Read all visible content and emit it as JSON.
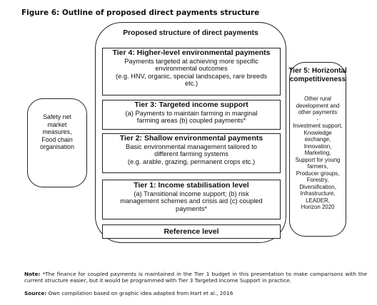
{
  "figure_title": "Figure 6: Outline of proposed direct payments structure",
  "main": {
    "title": "Proposed structure of direct payments",
    "tier4": {
      "heading": "Tier 4: Higher-level environmental payments",
      "line1": "Payments targeted at achieving more specific",
      "line2": "environmental outcomes",
      "line3": "(e.g. HNV, organic, special landscapes, rare breeds",
      "line4": "etc.)"
    },
    "tier3": {
      "heading": "Tier 3: Targeted income support",
      "line1": "(a) Payments to maintain  farming in marginal",
      "line2": "farming areas (b) coupled payments*"
    },
    "tier2": {
      "heading": "Tier 2: Shallow environmental payments",
      "line1": "Basic environmental management tailored to",
      "line2": "different farming systems",
      "line3": "(e.g. arable, grazing, permanent crops etc.)"
    },
    "tier1": {
      "heading": "Tier 1: Income stabilisation level",
      "line1": "(a) Transitional income  support; (b) risk",
      "line2": "management schemes and crisis aid (c) coupled",
      "line3": "payments*"
    },
    "reference": "Reference level"
  },
  "left_box": {
    "line1": "Safety net",
    "line2": "market",
    "line3": "measures,",
    "line4": "Food chain",
    "line5": "organisation"
  },
  "tier5": {
    "heading1": "Tier 5: Horizontal",
    "heading2": "competitiveness",
    "lines": [
      "Other rural",
      "development and",
      "other payments",
      "-",
      "Investment support,",
      "Knowledge",
      "exchange,",
      "Innovation,",
      "Marketing,",
      "Support for young",
      "farmers,",
      "Producer groups,",
      "Forestry,",
      "Diversification,",
      "Infrastructure,",
      "LEADER,",
      "Horizon 2020"
    ]
  },
  "note": {
    "label": "Note:",
    "text": " *The finance for coupled payments is maintained in the Tier 1 budget in this presentation to make comparisons with the current structure easier, but it would be programmed with Tier 3 Targeted Income Support in practice.",
    "source_label": "Source:",
    "source_text": " Own compilation based on graphic idea adapted from Hart et al., 2016"
  }
}
